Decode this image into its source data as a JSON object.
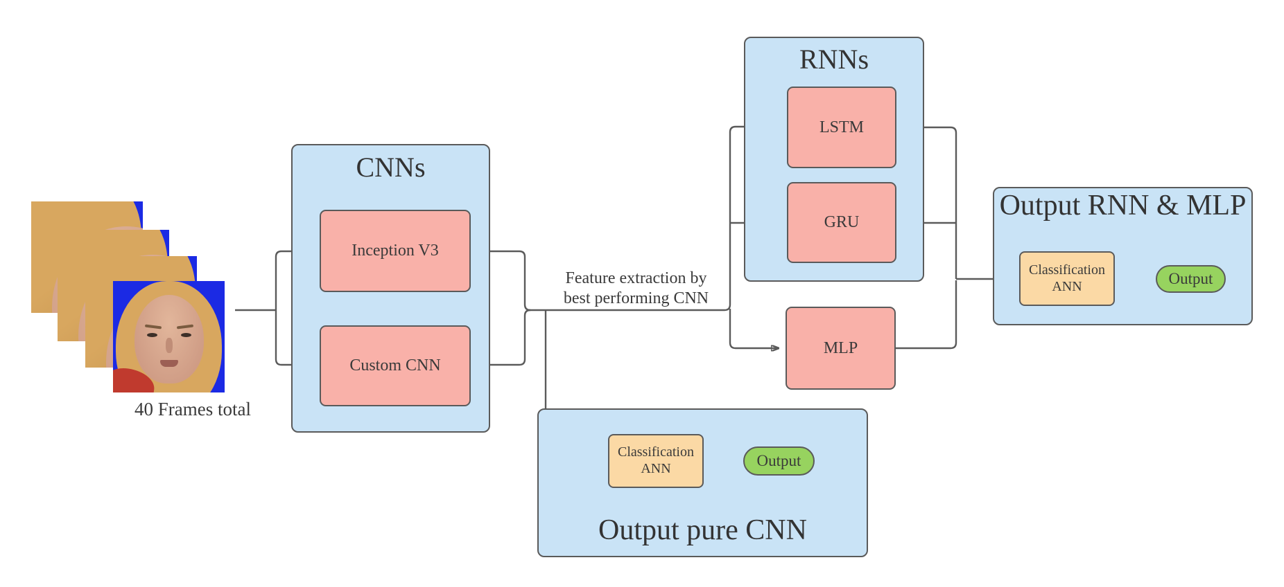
{
  "input": {
    "caption": "40 Frames total",
    "frames_visible": 4
  },
  "cnns": {
    "title": "CNNs",
    "boxes": [
      {
        "label": "Inception V3"
      },
      {
        "label": "Custom CNN"
      }
    ]
  },
  "feature_note": {
    "line1": "Feature extraction by",
    "line2": "best performing CNN"
  },
  "rnns": {
    "title": "RNNs",
    "boxes": [
      {
        "label": "LSTM"
      },
      {
        "label": "GRU"
      }
    ]
  },
  "mlp": {
    "label": "MLP"
  },
  "output_rnn_mlp": {
    "title": "Output RNN & MLP",
    "classifier": "Classification ANN",
    "output": "Output"
  },
  "output_pure_cnn": {
    "title": "Output pure CNN",
    "classifier": "Classification ANN",
    "output": "Output"
  },
  "colors": {
    "container_fill": "#c9e3f6",
    "node_fill": "#f9b1a9",
    "classifier_fill": "#fbd9a5",
    "output_fill": "#97d35f",
    "stroke": "#5a5a5a",
    "text": "#3a3a3a",
    "photo_bg": "#1b2ae4",
    "hair": "#d8a75f",
    "skin": "#cf9c85"
  }
}
